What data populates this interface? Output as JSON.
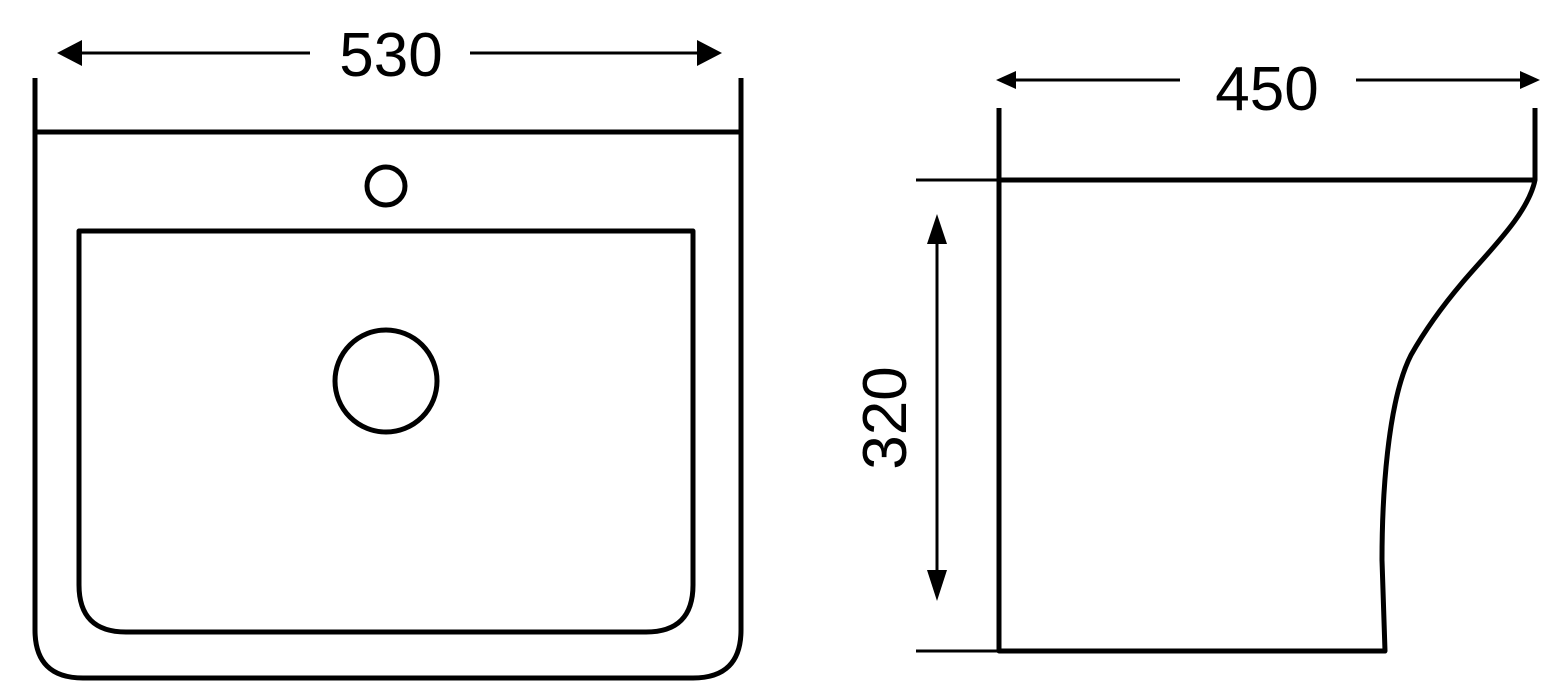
{
  "diagram": {
    "top_view": {
      "width_label": "530"
    },
    "side_view": {
      "depth_label": "450",
      "height_label": "320"
    }
  },
  "colors": {
    "line": "#000000",
    "background": "#ffffff"
  }
}
